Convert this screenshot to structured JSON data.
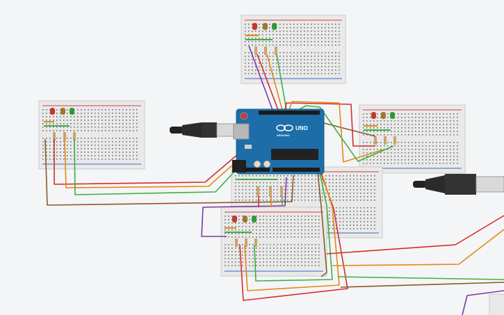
{
  "arduino": {
    "logo_text": "ARDUINO",
    "model_text": "UNO"
  },
  "colors": {
    "canvas": "#f4f5f6",
    "breadboard": "#e9e9e9",
    "board_blue": "#1d6ea8",
    "wire_red": "#d62b2b",
    "wire_orange": "#e08a16",
    "wire_green": "#3cb043",
    "wire_brown": "#8a5a2c",
    "wire_purple": "#7a3aa0",
    "led_red": "#c0392b",
    "led_yellow": "#9a7a2a",
    "led_green": "#2e9a35"
  },
  "components": {
    "breadboards": [
      "top",
      "left",
      "right",
      "center",
      "bottom",
      "corner-partial"
    ],
    "traffic_lights": [
      "top",
      "left",
      "right",
      "bottom"
    ],
    "leds_per_light": [
      "red",
      "yellow",
      "green"
    ],
    "usb_cables": [
      "left",
      "right"
    ]
  }
}
